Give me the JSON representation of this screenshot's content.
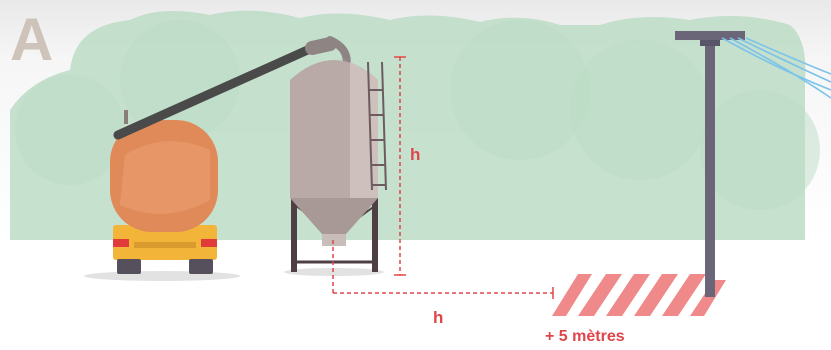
{
  "panel": {
    "letter": "A"
  },
  "dimensions": {
    "height_label": "h",
    "distance_label": "h",
    "safety_zone_label": "+ 5 mètres"
  },
  "colors": {
    "measure_red": "#e0454b",
    "foliage": "#bcdcc6",
    "truck_tank": "#e08a5a",
    "silo": "#b9aaa8",
    "pole": "#6a6577",
    "wires": "#7cc3ea"
  }
}
